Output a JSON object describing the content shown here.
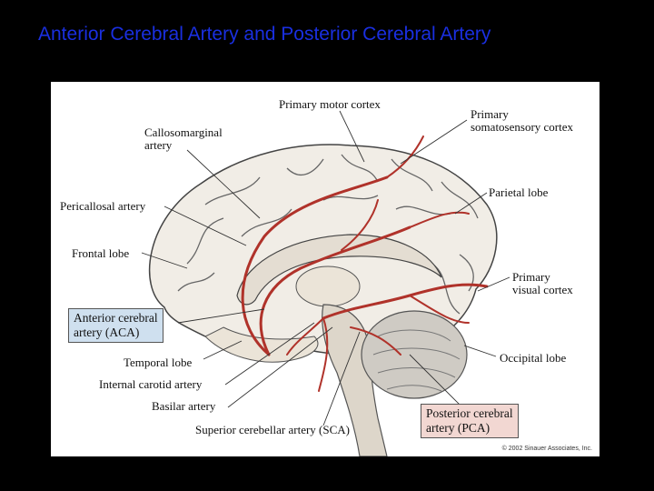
{
  "slide": {
    "title": "Anterior Cerebral Artery and Posterior Cerebral Artery",
    "title_color": "#1a2fe0",
    "background": "#000000"
  },
  "figure": {
    "labels": {
      "primary_motor_cortex": "Primary motor cortex",
      "primary_somatosensory_1": "Primary",
      "primary_somatosensory_2": "somatosensory cortex",
      "callosomarginal_1": "Callosomarginal",
      "callosomarginal_2": "artery",
      "pericallosal": "Pericallosal artery",
      "parietal_lobe": "Parietal lobe",
      "frontal_lobe": "Frontal lobe",
      "primary_visual_1": "Primary",
      "primary_visual_2": "visual cortex",
      "aca_1": "Anterior cerebral",
      "aca_2": "artery (ACA)",
      "temporal_lobe": "Temporal lobe",
      "internal_carotid": "Internal carotid artery",
      "occipital_lobe": "Occipital lobe",
      "basilar": "Basilar artery",
      "pca_1": "Posterior cerebral",
      "pca_2": "artery (PCA)",
      "sca": "Superior cerebellar artery (SCA)"
    },
    "copyright": "© 2002 Sinauer Associates, Inc.",
    "colors": {
      "artery": "#b0322a",
      "brain_fill": "#f1ede6",
      "sulcus": "#555555",
      "aca_box": "#cfe0ef",
      "pca_box": "#f2d7d2"
    }
  }
}
